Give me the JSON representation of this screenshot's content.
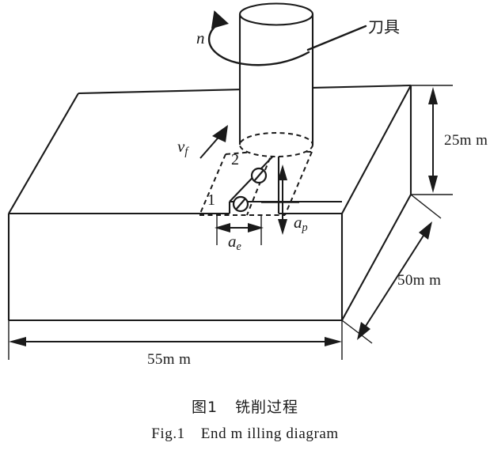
{
  "figure": {
    "title_cn": "图1",
    "title_cn_text": "铣削过程",
    "title_en": "Fig.1",
    "title_en_text": "End m illing diagram"
  },
  "labels": {
    "tool_cn": "刀具",
    "rotation": "n",
    "feed_symbol": "v",
    "feed_subscript": "f",
    "position_1": "1",
    "position_2": "2",
    "radial_depth_symbol": "a",
    "radial_depth_subscript": "e",
    "axial_depth_symbol": "a",
    "axial_depth_subscript": "p"
  },
  "dimensions": {
    "height": "25m m",
    "depth": "50m m",
    "width": "55m m"
  },
  "colors": {
    "stroke": "#1a1a1a",
    "background": "#ffffff"
  },
  "icons": {
    "cylinder": "milling-cutter-cylinder",
    "workpiece": "workpiece-block",
    "rotation_arrow": "rotation-arrow",
    "feed_arrow": "feed-direction-arrow"
  }
}
